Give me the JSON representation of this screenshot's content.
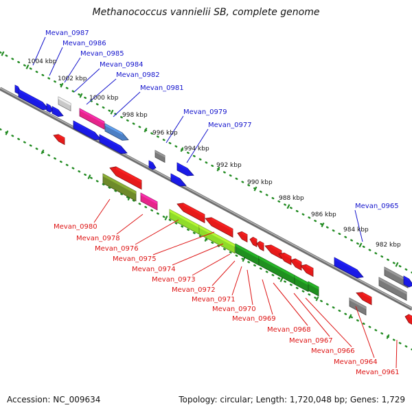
{
  "title": "Methanococcus vannielii SB, complete genome",
  "footer": {
    "accession": "Accession: NC_009634",
    "summary": "Topology: circular; Length: 1,720,048 bp; Genes: 1,729"
  },
  "colors": {
    "forward_label": "#1111cc",
    "reverse_label": "#dd1111",
    "dot_ring": "#228b22",
    "backbone": "#888888"
  },
  "tick_labels": [
    "1004 kbp",
    "1002 kbp",
    "1000 kbp",
    "998 kbp",
    "996 kbp",
    "994 kbp",
    "992 kbp",
    "990 kbp",
    "988 kbp",
    "986 kbp",
    "984 kbp",
    "982 kbp"
  ],
  "forward_genes": [
    "Mevan_0987",
    "Mevan_0986",
    "Mevan_0985",
    "Mevan_0984",
    "Mevan_0982",
    "Mevan_0981",
    "Mevan_0979",
    "Mevan_0977",
    "Mevan_0965"
  ],
  "reverse_genes": [
    "Mevan_0980",
    "Mevan_0978",
    "Mevan_0976",
    "Mevan_0975",
    "Mevan_0974",
    "Mevan_0973",
    "Mevan_0972",
    "Mevan_0971",
    "Mevan_0970",
    "Mevan_0969",
    "Mevan_0968",
    "Mevan_0967",
    "Mevan_0966",
    "Mevan_0964",
    "Mevan_0961"
  ]
}
